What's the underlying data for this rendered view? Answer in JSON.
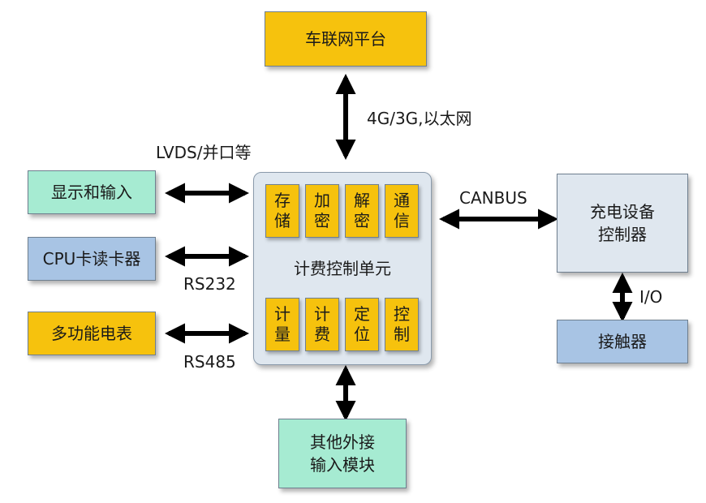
{
  "nodes": {
    "platform": "车联网平台",
    "display_input": "显示和输入",
    "cpu_card_reader": "CPU卡读卡器",
    "meter": "多功能电表",
    "charging_controller": [
      "充电设备",
      "控制器"
    ],
    "contactor": "接触器",
    "external_input": [
      "其他外接",
      "输入模块"
    ],
    "core_unit": "计费控制单元"
  },
  "core_modules_top": [
    [
      "存",
      "储"
    ],
    [
      "加",
      "密"
    ],
    [
      "解",
      "密"
    ],
    [
      "通",
      "信"
    ]
  ],
  "core_modules_bottom": [
    [
      "计",
      "量"
    ],
    [
      "计",
      "费"
    ],
    [
      "定",
      "位"
    ],
    [
      "控",
      "制"
    ]
  ],
  "links": {
    "platform_link": "4G/3G,以太网",
    "display_link": "LVDS/并口等",
    "card_link": "RS232",
    "meter_link": "RS485",
    "controller_link": "CANBUS",
    "contactor_link": "I/O"
  },
  "colors": {
    "orange": "#f6c20d",
    "green": "#a6ebd2",
    "blue": "#a8c4e4",
    "light_blue": "#dfe7ef",
    "arrow": "#000000"
  }
}
